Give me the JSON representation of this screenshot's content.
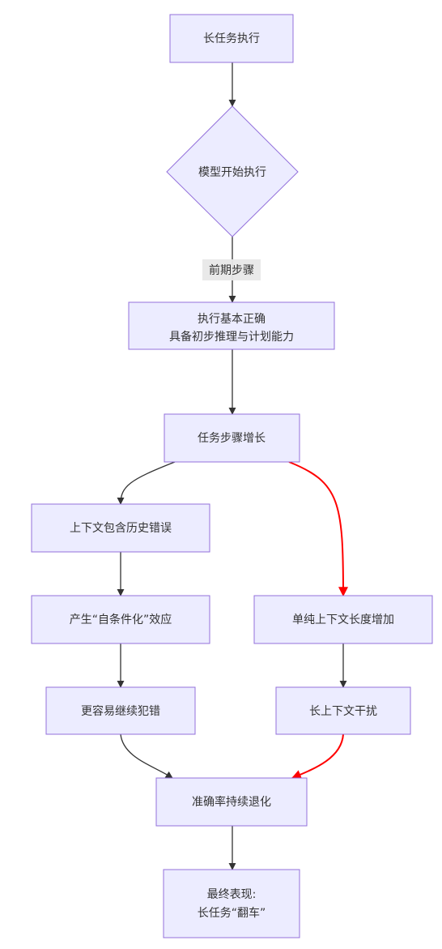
{
  "nodes": {
    "n1": "长任务执行",
    "n2": "模型开始执行",
    "n3_line1": "执行基本正确",
    "n3_line2": "具备初步推理与计划能力",
    "n4": "任务步骤增长",
    "n5": "上下文包含历史错误",
    "n6": "产生“自条件化”效应",
    "n7": "更容易继续犯错",
    "n8": "单纯上下文长度增加",
    "n9": "长上下文干扰",
    "n10": "准确率持续退化",
    "n11_line1": "最终表现:",
    "n11_line2": "长任务“翻车”"
  },
  "edge_labels": {
    "e2_3": "前期步骤"
  },
  "colors": {
    "node_fill": "#ECECFF",
    "node_stroke": "#9370DB",
    "edge_default": "#333333",
    "edge_highlight": "#ff0000",
    "edge_label_bg": "#e8e8e8"
  }
}
